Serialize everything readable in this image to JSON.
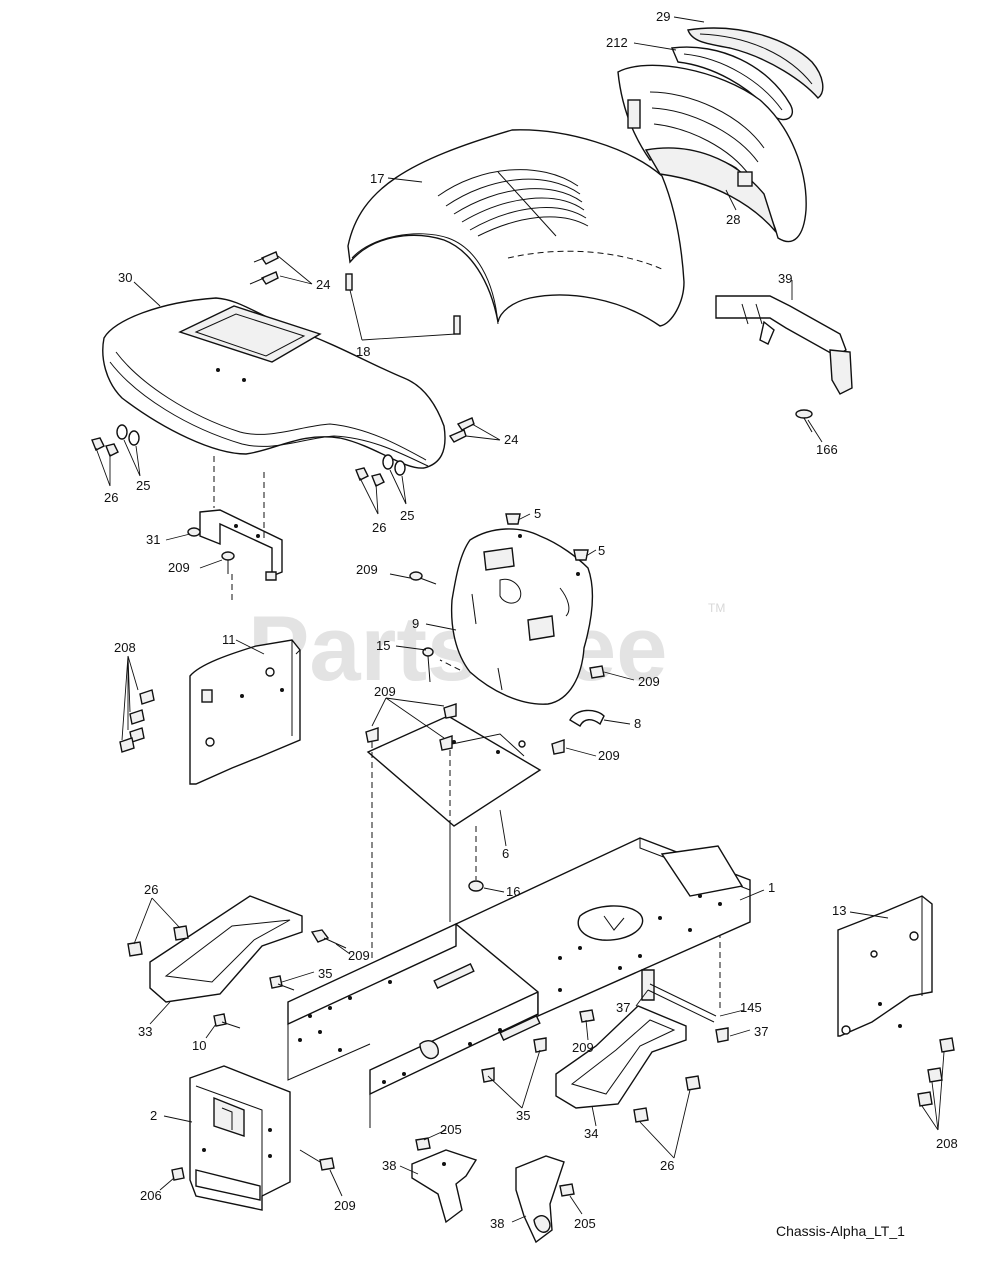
{
  "watermark": {
    "text": "PartsTree",
    "tm": "TM"
  },
  "caption": "Chassis-Alpha_LT_1",
  "callouts": [
    {
      "id": "c29",
      "text": "29"
    },
    {
      "id": "c212",
      "text": "212"
    },
    {
      "id": "c17",
      "text": "17"
    },
    {
      "id": "c28",
      "text": "28"
    },
    {
      "id": "c30",
      "text": "30"
    },
    {
      "id": "c24a",
      "text": "24"
    },
    {
      "id": "c18",
      "text": "18"
    },
    {
      "id": "c39",
      "text": "39"
    },
    {
      "id": "c24b",
      "text": "24"
    },
    {
      "id": "c166",
      "text": "166"
    },
    {
      "id": "c26a",
      "text": "26"
    },
    {
      "id": "c25a",
      "text": "25"
    },
    {
      "id": "c26b",
      "text": "26"
    },
    {
      "id": "c25b",
      "text": "25"
    },
    {
      "id": "c5a",
      "text": "5"
    },
    {
      "id": "c5b",
      "text": "5"
    },
    {
      "id": "c31",
      "text": "31"
    },
    {
      "id": "c209a",
      "text": "209"
    },
    {
      "id": "c209b",
      "text": "209"
    },
    {
      "id": "c9",
      "text": "9"
    },
    {
      "id": "c11",
      "text": "11"
    },
    {
      "id": "c208a",
      "text": "208"
    },
    {
      "id": "c15",
      "text": "15"
    },
    {
      "id": "c209c",
      "text": "209"
    },
    {
      "id": "c209d",
      "text": "209"
    },
    {
      "id": "c8",
      "text": "8"
    },
    {
      "id": "c209e",
      "text": "209"
    },
    {
      "id": "c6",
      "text": "6"
    },
    {
      "id": "c16",
      "text": "16"
    },
    {
      "id": "c1",
      "text": "1"
    },
    {
      "id": "c13",
      "text": "13"
    },
    {
      "id": "c26c",
      "text": "26"
    },
    {
      "id": "c209f",
      "text": "209"
    },
    {
      "id": "c35a",
      "text": "35"
    },
    {
      "id": "c33",
      "text": "33"
    },
    {
      "id": "c10",
      "text": "10"
    },
    {
      "id": "c37a",
      "text": "37"
    },
    {
      "id": "c145",
      "text": "145"
    },
    {
      "id": "c37b",
      "text": "37"
    },
    {
      "id": "c209g",
      "text": "209"
    },
    {
      "id": "c2",
      "text": "2"
    },
    {
      "id": "c35b",
      "text": "35"
    },
    {
      "id": "c34",
      "text": "34"
    },
    {
      "id": "c208b",
      "text": "208"
    },
    {
      "id": "c205a",
      "text": "205"
    },
    {
      "id": "c26d",
      "text": "26"
    },
    {
      "id": "c38a",
      "text": "38"
    },
    {
      "id": "c206",
      "text": "206"
    },
    {
      "id": "c209h",
      "text": "209"
    },
    {
      "id": "c38b",
      "text": "38"
    },
    {
      "id": "c205b",
      "text": "205"
    }
  ]
}
